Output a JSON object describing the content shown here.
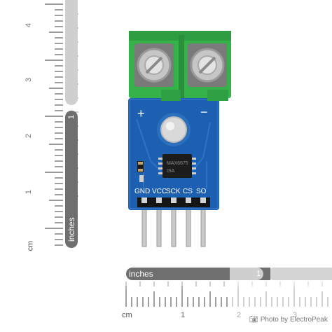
{
  "vertical_ruler": {
    "inch_numbers": [
      "4",
      "3",
      "2",
      "1"
    ],
    "unit_label": "cm",
    "bar_label": "inches",
    "bar_one": "1"
  },
  "horizontal_ruler": {
    "bar_label": "inches",
    "bar_one": "1",
    "cm_label": "cm",
    "cm_numbers": [
      "1",
      "2",
      "3"
    ]
  },
  "board": {
    "polarity_plus": "+",
    "polarity_minus": "−",
    "pin_labels": [
      "GND",
      "VCC",
      "SCK",
      "CS",
      "SO"
    ],
    "chip_text": [
      "MAX6675",
      "ISA"
    ]
  },
  "credit": {
    "text": "Photo by ElectroPeak"
  },
  "colors": {
    "pcb": "#1d5fb0",
    "terminal": "#35b24a",
    "ruler_dark": "#6f6f6f",
    "ruler_light": "#cfcfcf"
  },
  "icons": {
    "credit_icon": "camera-icon"
  }
}
